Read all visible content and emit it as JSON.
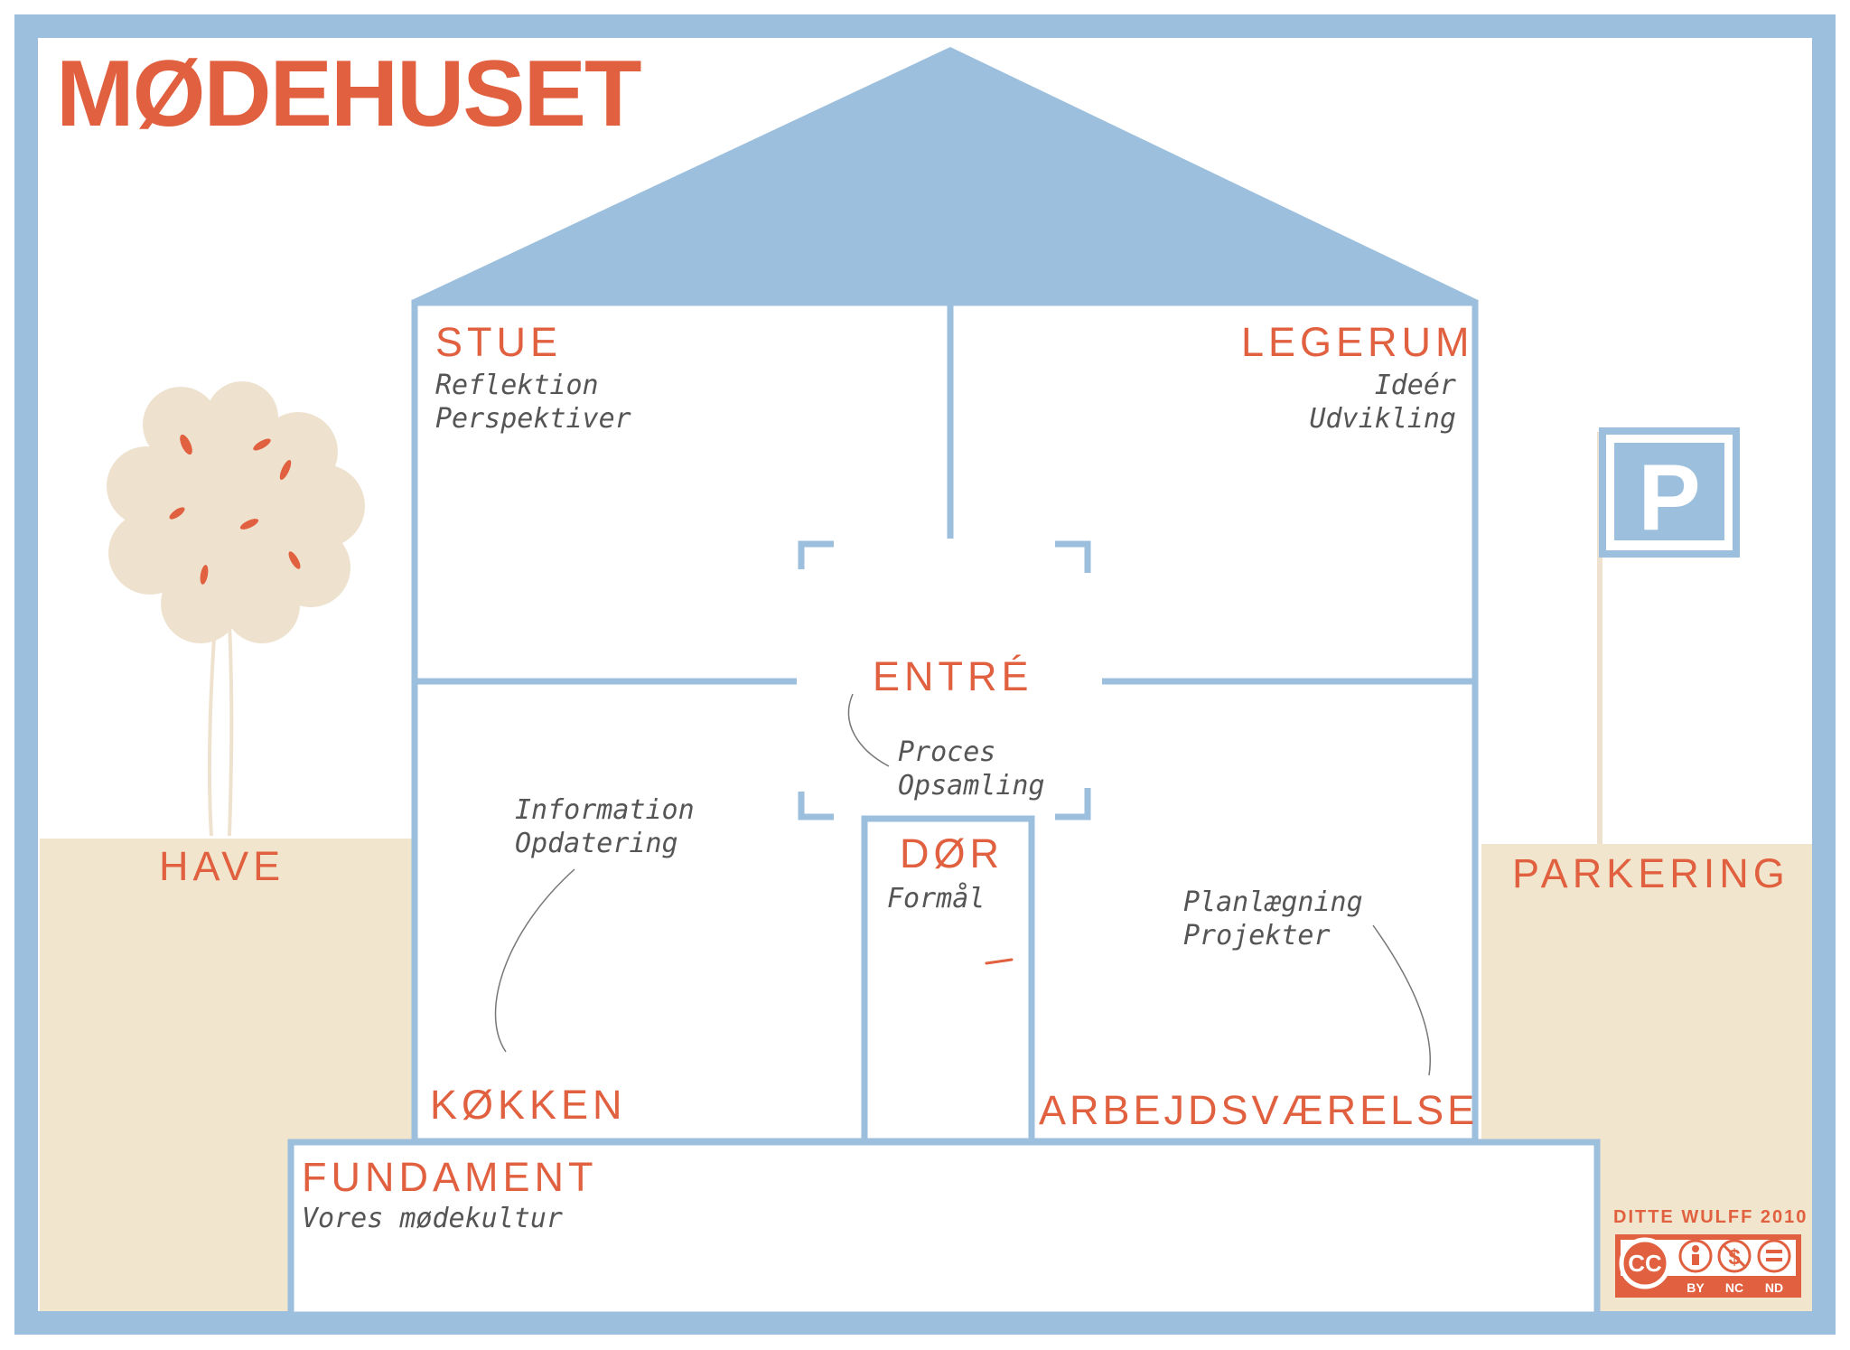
{
  "title": "MØDEHUSET",
  "colors": {
    "accent": "#E0603F",
    "frame": "#9BBFDC",
    "ground": "#F1E6CD",
    "tree": "#EEE2CF",
    "handwriting": "#555555"
  },
  "rooms": {
    "stue": {
      "name": "STUE",
      "notes": [
        "Reflektion",
        "Perspektiver"
      ]
    },
    "legerum": {
      "name": "LEGERUM",
      "notes": [
        "Ideér",
        "Udvikling"
      ]
    },
    "entre": {
      "name": "ENTRÉ",
      "notes": [
        "Proces",
        "Opsamling"
      ]
    },
    "kokken": {
      "name": "KØKKEN",
      "notes": [
        "Information",
        "Opdatering"
      ]
    },
    "dor": {
      "name": "DØR",
      "notes": [
        "Formål"
      ]
    },
    "arbejdsvaerelse": {
      "name": "ARBEJDSVÆRELSE",
      "notes": [
        "Planlægning",
        "Projekter"
      ]
    },
    "fundament": {
      "name": "FUNDAMENT",
      "notes": [
        "Vores mødekultur"
      ]
    }
  },
  "outside": {
    "have": "HAVE",
    "parkering": "PARKERING",
    "parking_sign": "P"
  },
  "license": {
    "author": "DITTE WULFF 2010",
    "cc": "CC",
    "by": "BY",
    "nc": "NC",
    "nd": "ND"
  }
}
